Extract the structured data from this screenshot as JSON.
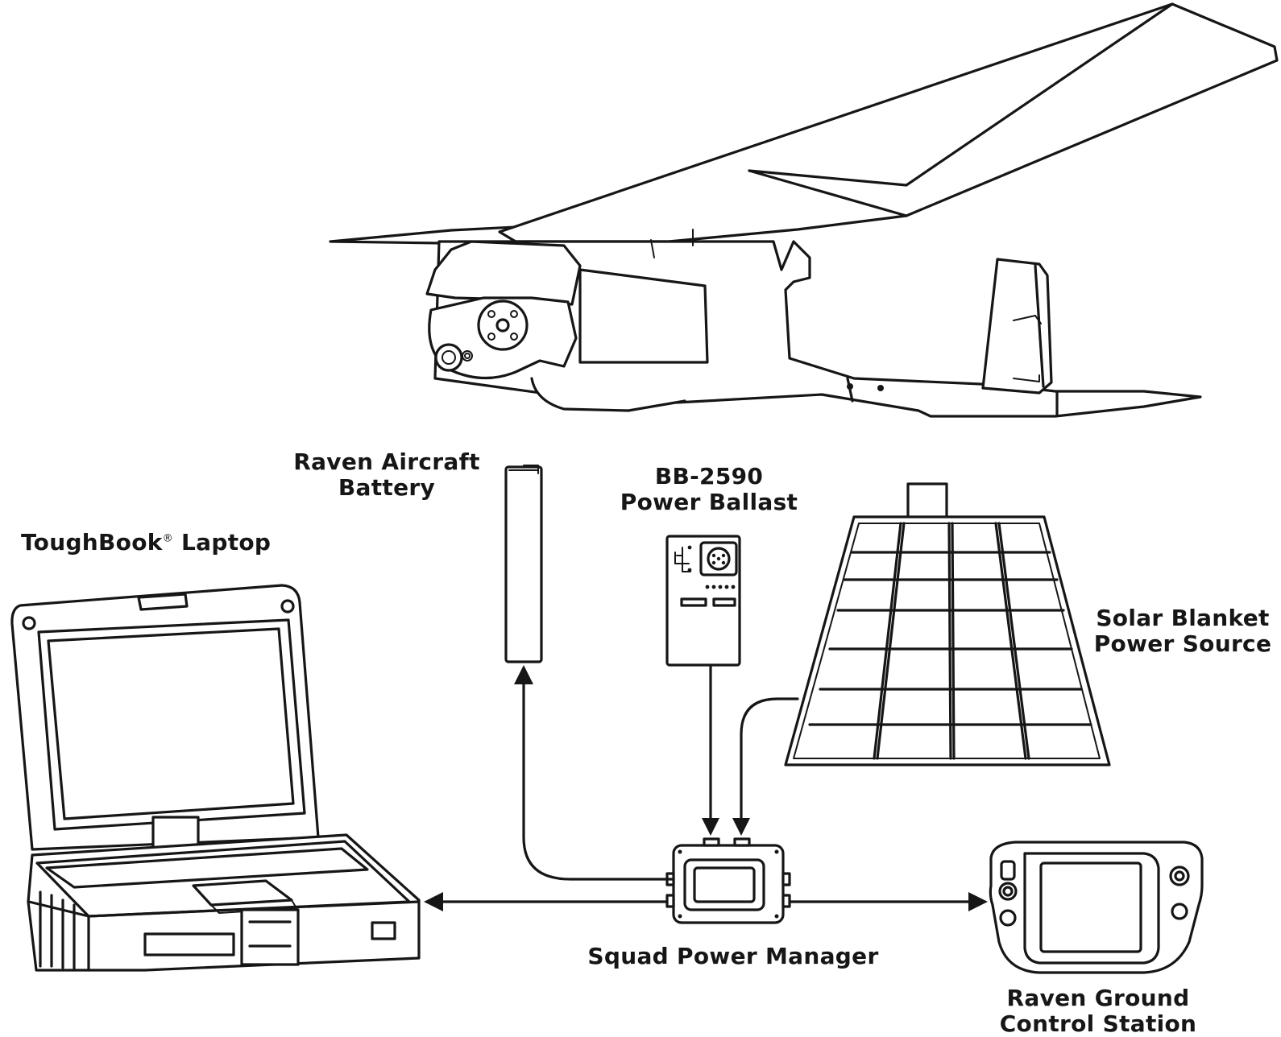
{
  "labels": {
    "battery": {
      "line1": "Raven Aircraft",
      "line2": "Battery"
    },
    "ballast": {
      "line1": "BB-2590",
      "line2": "Power Ballast"
    },
    "laptop": {
      "name": "ToughBook",
      "mark": "®",
      "suffix": " Laptop"
    },
    "solar": {
      "line1": "Solar Blanket",
      "line2": "Power Source"
    },
    "manager": {
      "text": "Squad Power Manager"
    },
    "ground_station": {
      "line1": "Raven Ground",
      "line2": "Control Station"
    }
  },
  "colors": {
    "ink": "#161616",
    "background": "#ffffff"
  }
}
